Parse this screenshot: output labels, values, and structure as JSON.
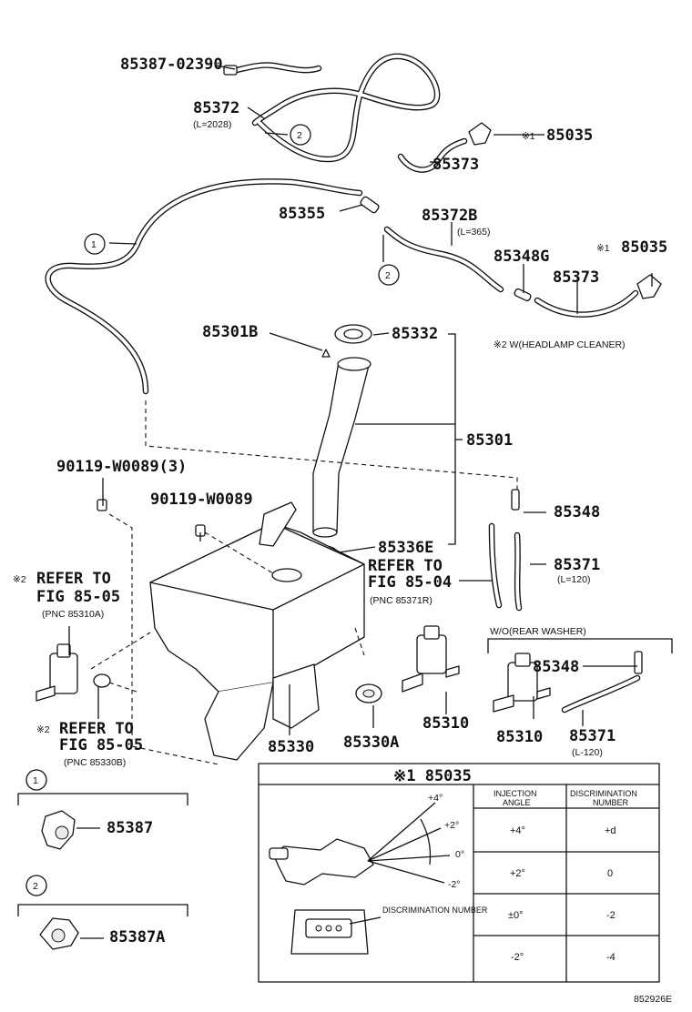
{
  "parts": {
    "p85387_02390": "85387-02390",
    "p85372": "85372",
    "p85372_len": "(L=2028)",
    "p85035_a": "85035",
    "p85035_a_mark": "※1",
    "p85373_a": "85373",
    "p85355": "85355",
    "p85372B": "85372B",
    "p85372B_len": "(L=365)",
    "p85348G": "85348G",
    "p85035_b": "85035",
    "p85035_b_mark": "※1",
    "p85373_b": "85373",
    "p85301B": "85301B",
    "p85332": "85332",
    "p85301": "85301",
    "p90119_w0089_3": "90119-W0089(3)",
    "p90119_w0089": "90119-W0089",
    "p85348_a": "85348",
    "p85336E": "85336E",
    "p85371_a": "85371",
    "p85371_a_len": "(L=120)",
    "p85330": "85330",
    "p85330A": "85330A",
    "p85310_a": "85310",
    "p85310_b": "85310",
    "p85348_b": "85348",
    "p85371_b": "85371",
    "p85371_b_len": "(L-120)",
    "p85387": "85387",
    "p85387A": "85387A"
  },
  "notes": {
    "headlamp_note": "※2 W(HEADLAMP CLEANER)",
    "refer_1_mark": "※2",
    "refer_1_line1": "REFER TO",
    "refer_1_line2": "FIG 85-05",
    "refer_1_line3": "(PNC 85310A)",
    "refer_2_line1": "REFER TO",
    "refer_2_line2": "FIG 85-04",
    "refer_2_line3": "(PNC 85371R)",
    "refer_3_mark": "※2",
    "refer_3_line1": "REFER TO",
    "refer_3_line2": "FIG 85-05",
    "refer_3_line3": "(PNC 85330B)",
    "rear_washer": "W/O(REAR WASHER)"
  },
  "callouts": {
    "c1": "1",
    "c2": "2",
    "c1_box": "1",
    "c2_box": "2"
  },
  "table": {
    "title": "※1 85035",
    "angle_marks": [
      "+4°",
      "+2°",
      "0°",
      "-2°"
    ],
    "discrimination_label": "DISCRIMINATION NUMBER",
    "col1_header_l1": "INJECTION",
    "col1_header_l2": "ANGLE",
    "col2_header_l1": "DISCRIMINATION",
    "col2_header_l2": "NUMBER",
    "rows": [
      {
        "angle": "+4°",
        "number": "+d"
      },
      {
        "angle": "+2°",
        "number": "0"
      },
      {
        "angle": "±0°",
        "number": "-2"
      },
      {
        "angle": "-2°",
        "number": "-4"
      }
    ]
  },
  "figure_id": "852926E"
}
